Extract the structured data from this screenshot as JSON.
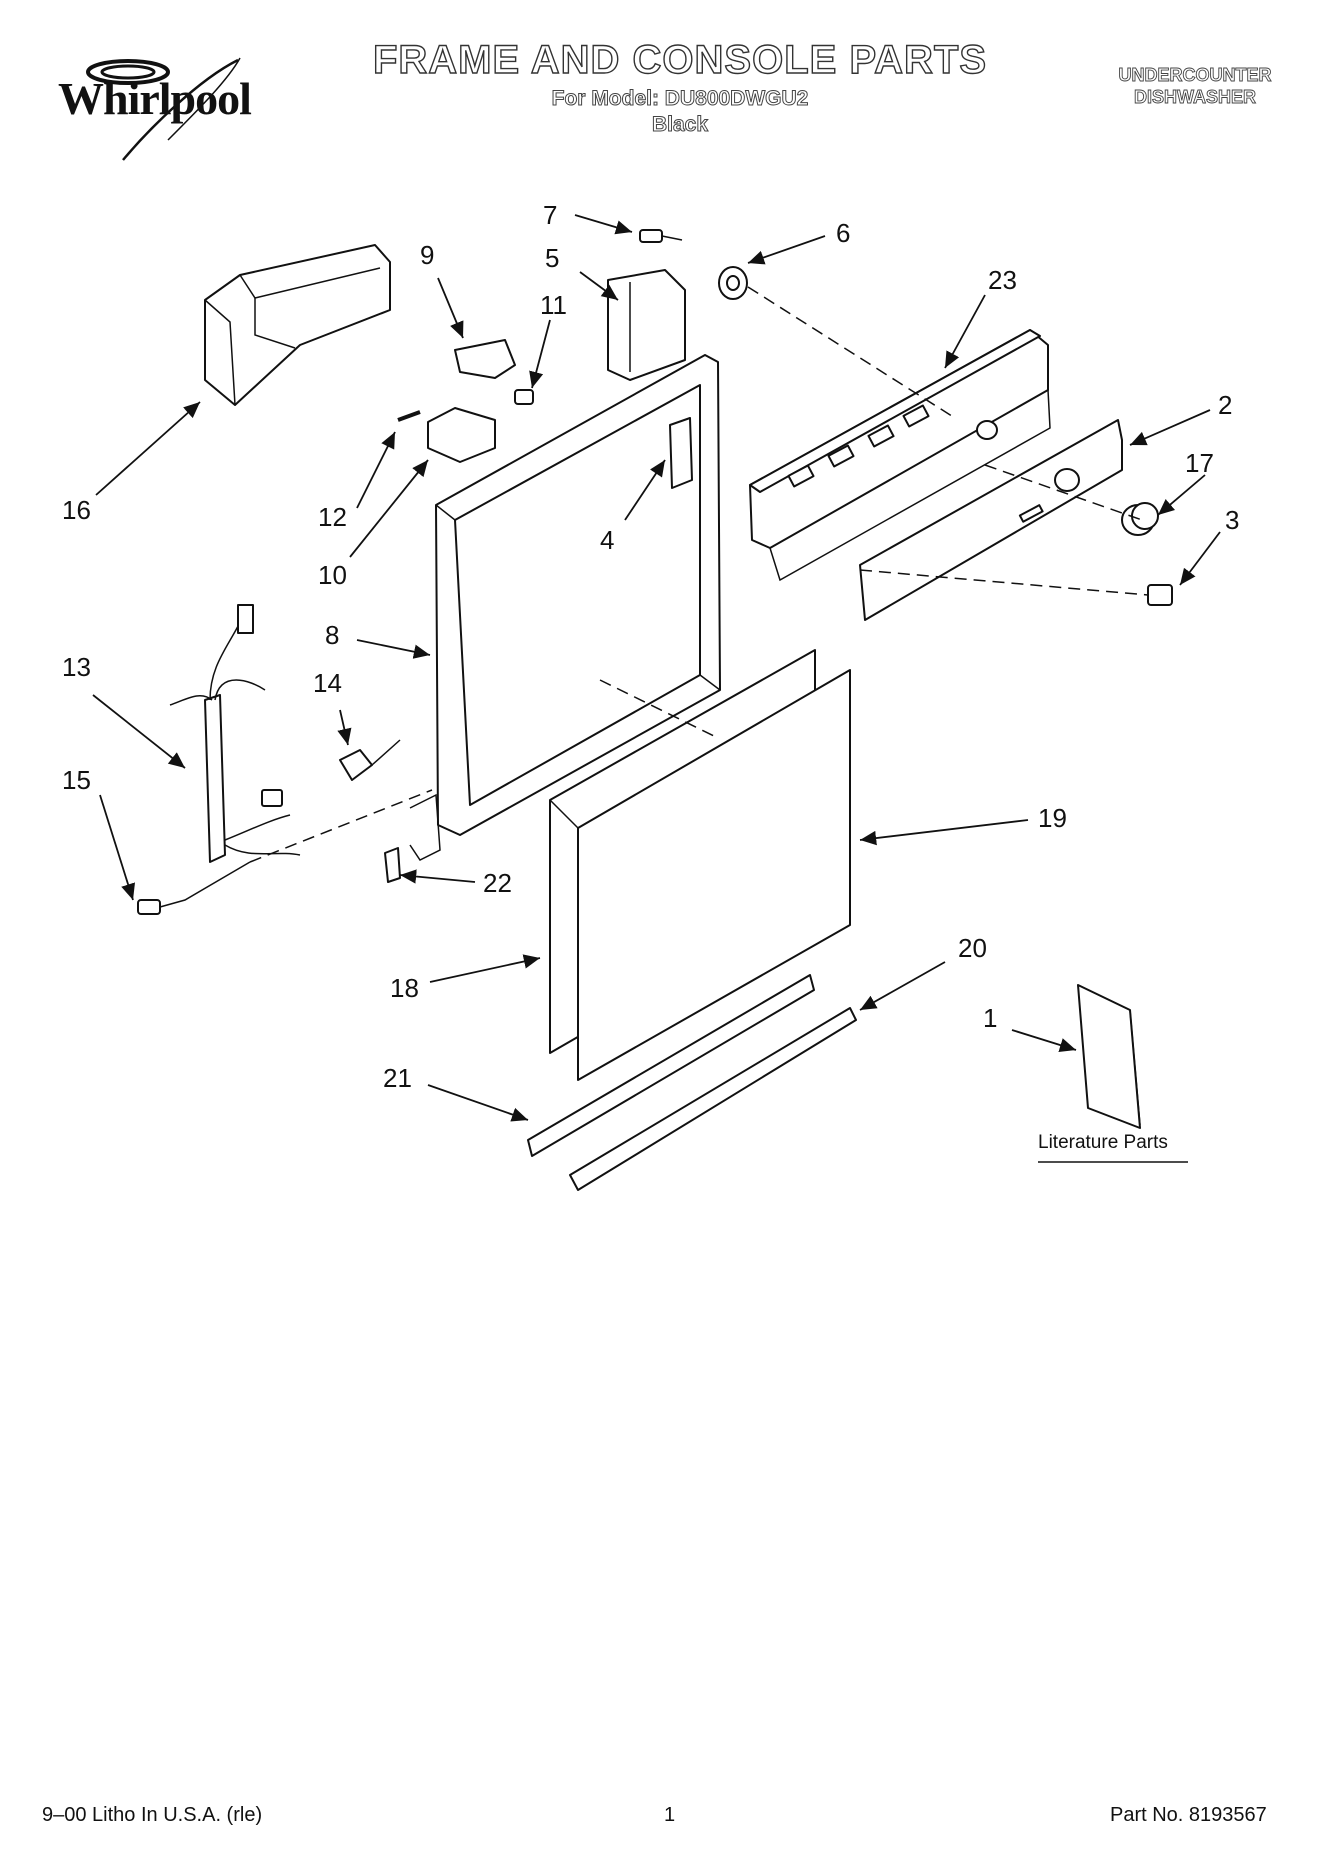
{
  "header": {
    "brand": "Whirlpool",
    "title": "FRAME AND CONSOLE PARTS",
    "model_line": "For Model: DU800DWGU2",
    "color_line": "Black",
    "appliance_line1": "UNDERCOUNTER",
    "appliance_line2": "DISHWASHER"
  },
  "callouts": [
    "1",
    "2",
    "3",
    "4",
    "5",
    "6",
    "7",
    "8",
    "9",
    "10",
    "11",
    "12",
    "13",
    "14",
    "15",
    "16",
    "17",
    "18",
    "19",
    "20",
    "21",
    "22",
    "23"
  ],
  "literature_label": "Literature Parts",
  "footer": {
    "left": "9–00 Litho In U.S.A. (rle)",
    "center": "1",
    "right": "Part No. 8193567"
  }
}
